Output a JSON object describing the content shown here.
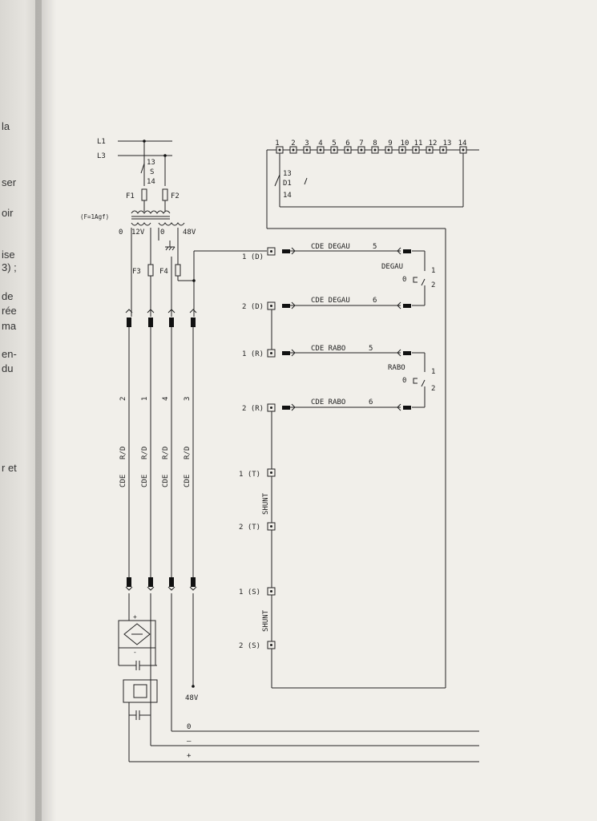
{
  "left_page_fragments": [
    "la",
    "ser",
    "oir",
    "ise",
    "3) ;",
    "de",
    "rée",
    "ma",
    "en-",
    "du",
    "r et"
  ],
  "mains": {
    "l1": "L1",
    "l3": "L3"
  },
  "switch_s": {
    "label": "S",
    "t1": "13",
    "t2": "14"
  },
  "fuses": {
    "f1": "F1",
    "f2": "F2",
    "f3": "F3",
    "f4": "F4",
    "rating": "(F=1Agf)"
  },
  "transformer": {
    "out_0_left": "0",
    "out_12v": "12V",
    "out_0_right": "0",
    "out_48v": "48V"
  },
  "relay_d1": {
    "label": "D1",
    "t1": "13",
    "t2": "14"
  },
  "terminal_numbers": [
    "1",
    "2",
    "3",
    "4",
    "5",
    "6",
    "7",
    "8",
    "9",
    "10",
    "11",
    "12",
    "13",
    "14"
  ],
  "connectors": {
    "c1d": "1 (D)",
    "c2d": "2 (D)",
    "c1r": "1 (R)",
    "c2r": "2 (R)",
    "c1t": "1 (T)",
    "c2t": "2 (T)",
    "c1s": "1 (S)",
    "c2s": "2 (S)"
  },
  "commands": {
    "degau1": {
      "label": "CDE DEGAU",
      "num": "5"
    },
    "degau2": {
      "label": "CDE DEGAU",
      "num": "6"
    },
    "rabo1": {
      "label": "CDE RABO",
      "num": "5"
    },
    "rabo2": {
      "label": "CDE RABO",
      "num": "6"
    }
  },
  "switches": {
    "degau": {
      "label": "DEGAU",
      "zero": "0",
      "one": "1",
      "two": "2"
    },
    "rabo": {
      "label": "RABO",
      "zero": "0",
      "one": "1",
      "two": "2"
    }
  },
  "shunt": "SHUNT",
  "cables": [
    {
      "num": "2",
      "cde": "CDE",
      "rd": "R/D"
    },
    {
      "num": "1",
      "cde": "CDE",
      "rd": "R/D"
    },
    {
      "num": "4",
      "cde": "CDE",
      "rd": "R/D"
    },
    {
      "num": "3",
      "cde": "CDE",
      "rd": "R/D"
    }
  ],
  "bottom": {
    "v48": "48V",
    "zero": "0",
    "minus": "–",
    "plus": "+"
  }
}
